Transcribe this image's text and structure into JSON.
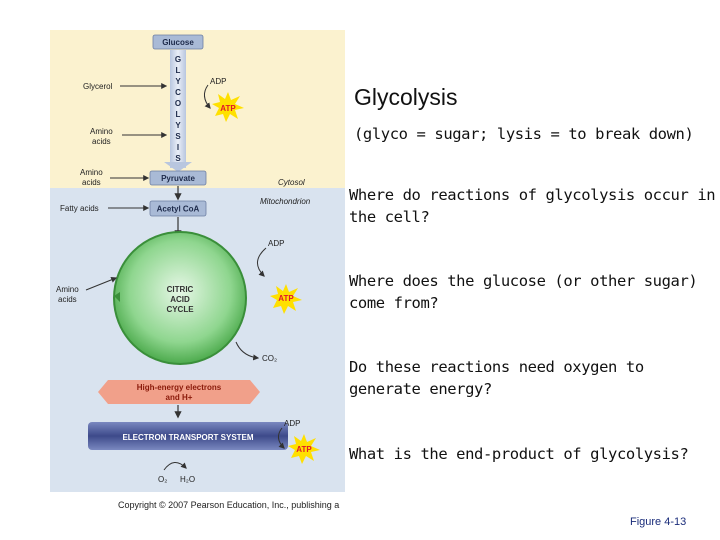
{
  "slide": {
    "title": "Glycolysis",
    "subtitle": "(glyco = sugar; lysis = to break down)",
    "questions": [
      "Where do reactions of glycolysis occur in the cell?",
      "Where does the glucose (or other sugar) come from?",
      "Do these reactions need oxygen to generate energy?",
      "What is the end-product of glycolysis?"
    ],
    "figure_label": "Figure 4-13",
    "copyright": "Copyright © 2007 Pearson Education, Inc., publishing a"
  },
  "diagram": {
    "glucose": "Glucose",
    "glycolysis_letters": [
      "G",
      "L",
      "Y",
      "C",
      "O",
      "L",
      "Y",
      "S",
      "I",
      "S"
    ],
    "glycerol": "Glycerol",
    "amino_acids_1": [
      "Amino",
      "acids"
    ],
    "amino_acids_2": [
      "Amino",
      "acids"
    ],
    "amino_acids_3": [
      "Amino",
      "acids"
    ],
    "fatty_acids": "Fatty acids",
    "adp": "ADP",
    "atp": "ATP",
    "pyruvate": "Pyruvate",
    "acetyl_coa": "Acetyl CoA",
    "cytosol": "Cytosol",
    "mitochondrion": "Mitochondrion",
    "cycle_label": [
      "CITRIC",
      "ACID",
      "CYCLE"
    ],
    "co2": "CO₂",
    "high_energy": [
      "High-energy electrons",
      "and H+"
    ],
    "ets": "ELECTRON TRANSPORT SYSTEM",
    "o2": "O₂",
    "h2o": "H₂O",
    "colors": {
      "cytosol_bg": "#fbf2cf",
      "mito_bg": "#d9e3ef",
      "box": "#a9bad6",
      "atp_star": "#ffe000",
      "atp_text": "#e0162b",
      "cycle_green": "#5fbf5f",
      "high_energy": "#f1a08a",
      "ets_bar": "#5566aa"
    }
  }
}
